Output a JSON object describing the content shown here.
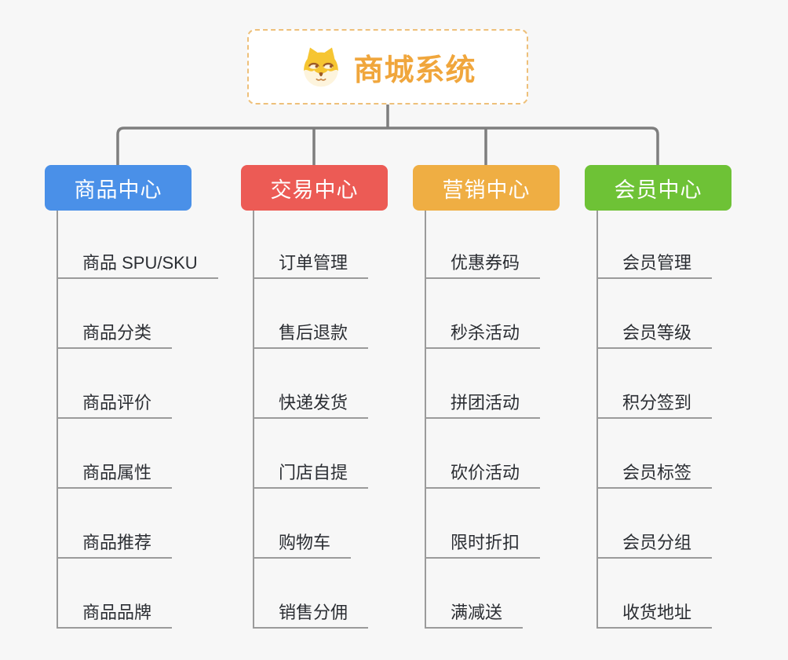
{
  "root": {
    "title": "商城系统",
    "title_color": "#f0a63c",
    "border_color": "#eec07a",
    "icon": "doge-icon"
  },
  "branches": [
    {
      "label": "商品中心",
      "color": "#4a90e8",
      "items": [
        "商品 SPU/SKU",
        "商品分类",
        "商品评价",
        "商品属性",
        "商品推荐",
        "商品品牌"
      ]
    },
    {
      "label": "交易中心",
      "color": "#ec5b55",
      "items": [
        "订单管理",
        "售后退款",
        "快递发货",
        "门店自提",
        "购物车",
        "销售分佣"
      ]
    },
    {
      "label": "营销中心",
      "color": "#efae43",
      "items": [
        "优惠券码",
        "秒杀活动",
        "拼团活动",
        "砍价活动",
        "限时折扣",
        "满减送"
      ]
    },
    {
      "label": "会员中心",
      "color": "#6ec236",
      "items": [
        "会员管理",
        "会员等级",
        "积分签到",
        "会员标签",
        "会员分组",
        "收货地址"
      ]
    }
  ],
  "colors": {
    "background": "#f7f7f7",
    "connector": "#7e7e7e",
    "leaf_line": "#9b9b9b",
    "leaf_text": "#2b2e33"
  }
}
